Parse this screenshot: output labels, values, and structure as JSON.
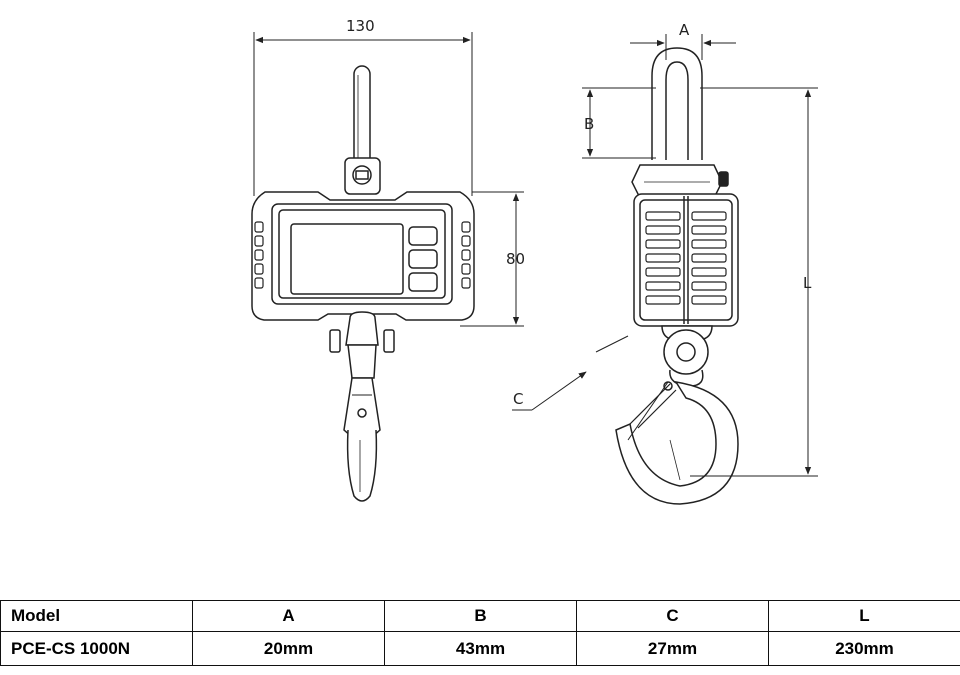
{
  "dimensions": {
    "width": "130",
    "height": "80",
    "a": "A",
    "b": "B",
    "c": "C",
    "l": "L"
  },
  "table": {
    "headers": [
      "Model",
      "A",
      "B",
      "C",
      "L"
    ],
    "rows": [
      [
        "PCE-CS 1000N",
        "20mm",
        "43mm",
        "27mm",
        "230mm"
      ]
    ]
  }
}
